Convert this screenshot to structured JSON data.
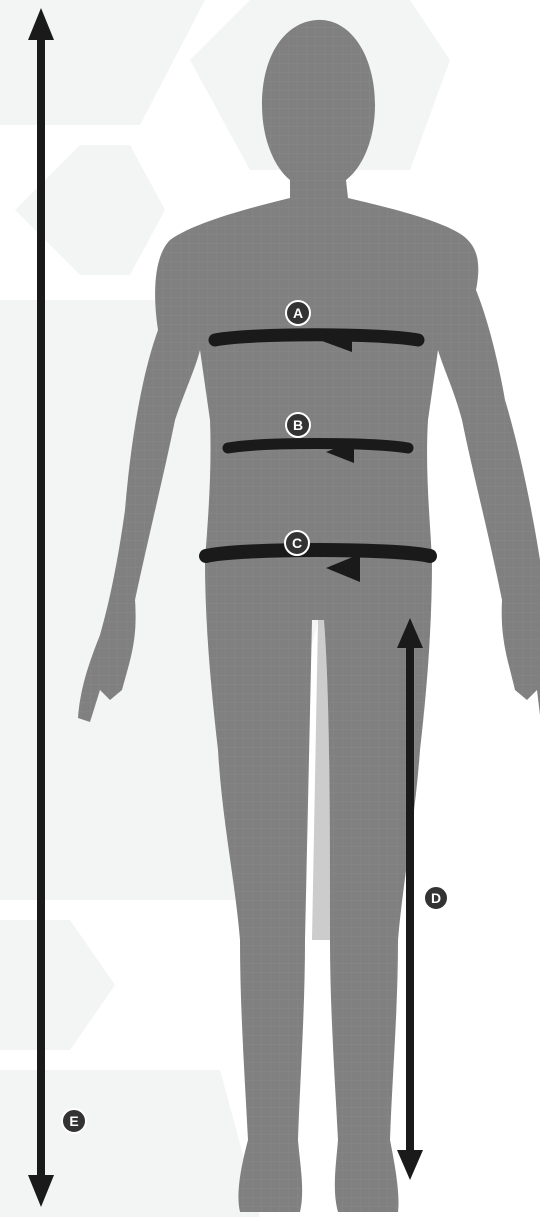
{
  "diagram": {
    "markers": {
      "a": "A",
      "b": "B",
      "c": "C",
      "d": "D",
      "e": "E"
    },
    "colors": {
      "background": "#ffffff",
      "hexagon": "#f3f4f4",
      "figure": "#808080",
      "figure_shade": "#6c6c6c",
      "arrow": "#1a1a1a",
      "marker_fill": "#333333",
      "marker_text": "#ffffff"
    },
    "icons": {
      "a": "chest-circumference-arrow",
      "b": "waist-circumference-arrow",
      "c": "hip-circumference-arrow",
      "d": "inseam-length-arrow",
      "e": "height-arrow"
    }
  }
}
